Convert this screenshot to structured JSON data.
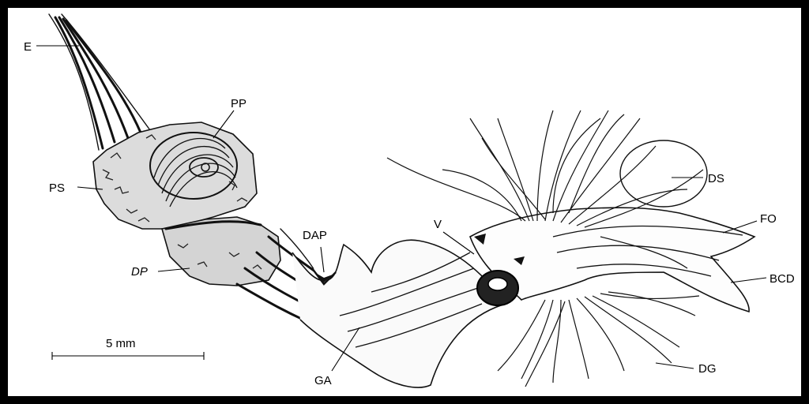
{
  "figure": {
    "labels": {
      "E": "E",
      "PP": "PP",
      "PS": "PS",
      "DP": "DP",
      "DAP": "DAP",
      "V": "V",
      "DS": "DS",
      "FO": "FO",
      "BCD": "BCD",
      "DG": "DG",
      "GA": "GA"
    },
    "scale_bar": {
      "label": "5 mm"
    }
  }
}
